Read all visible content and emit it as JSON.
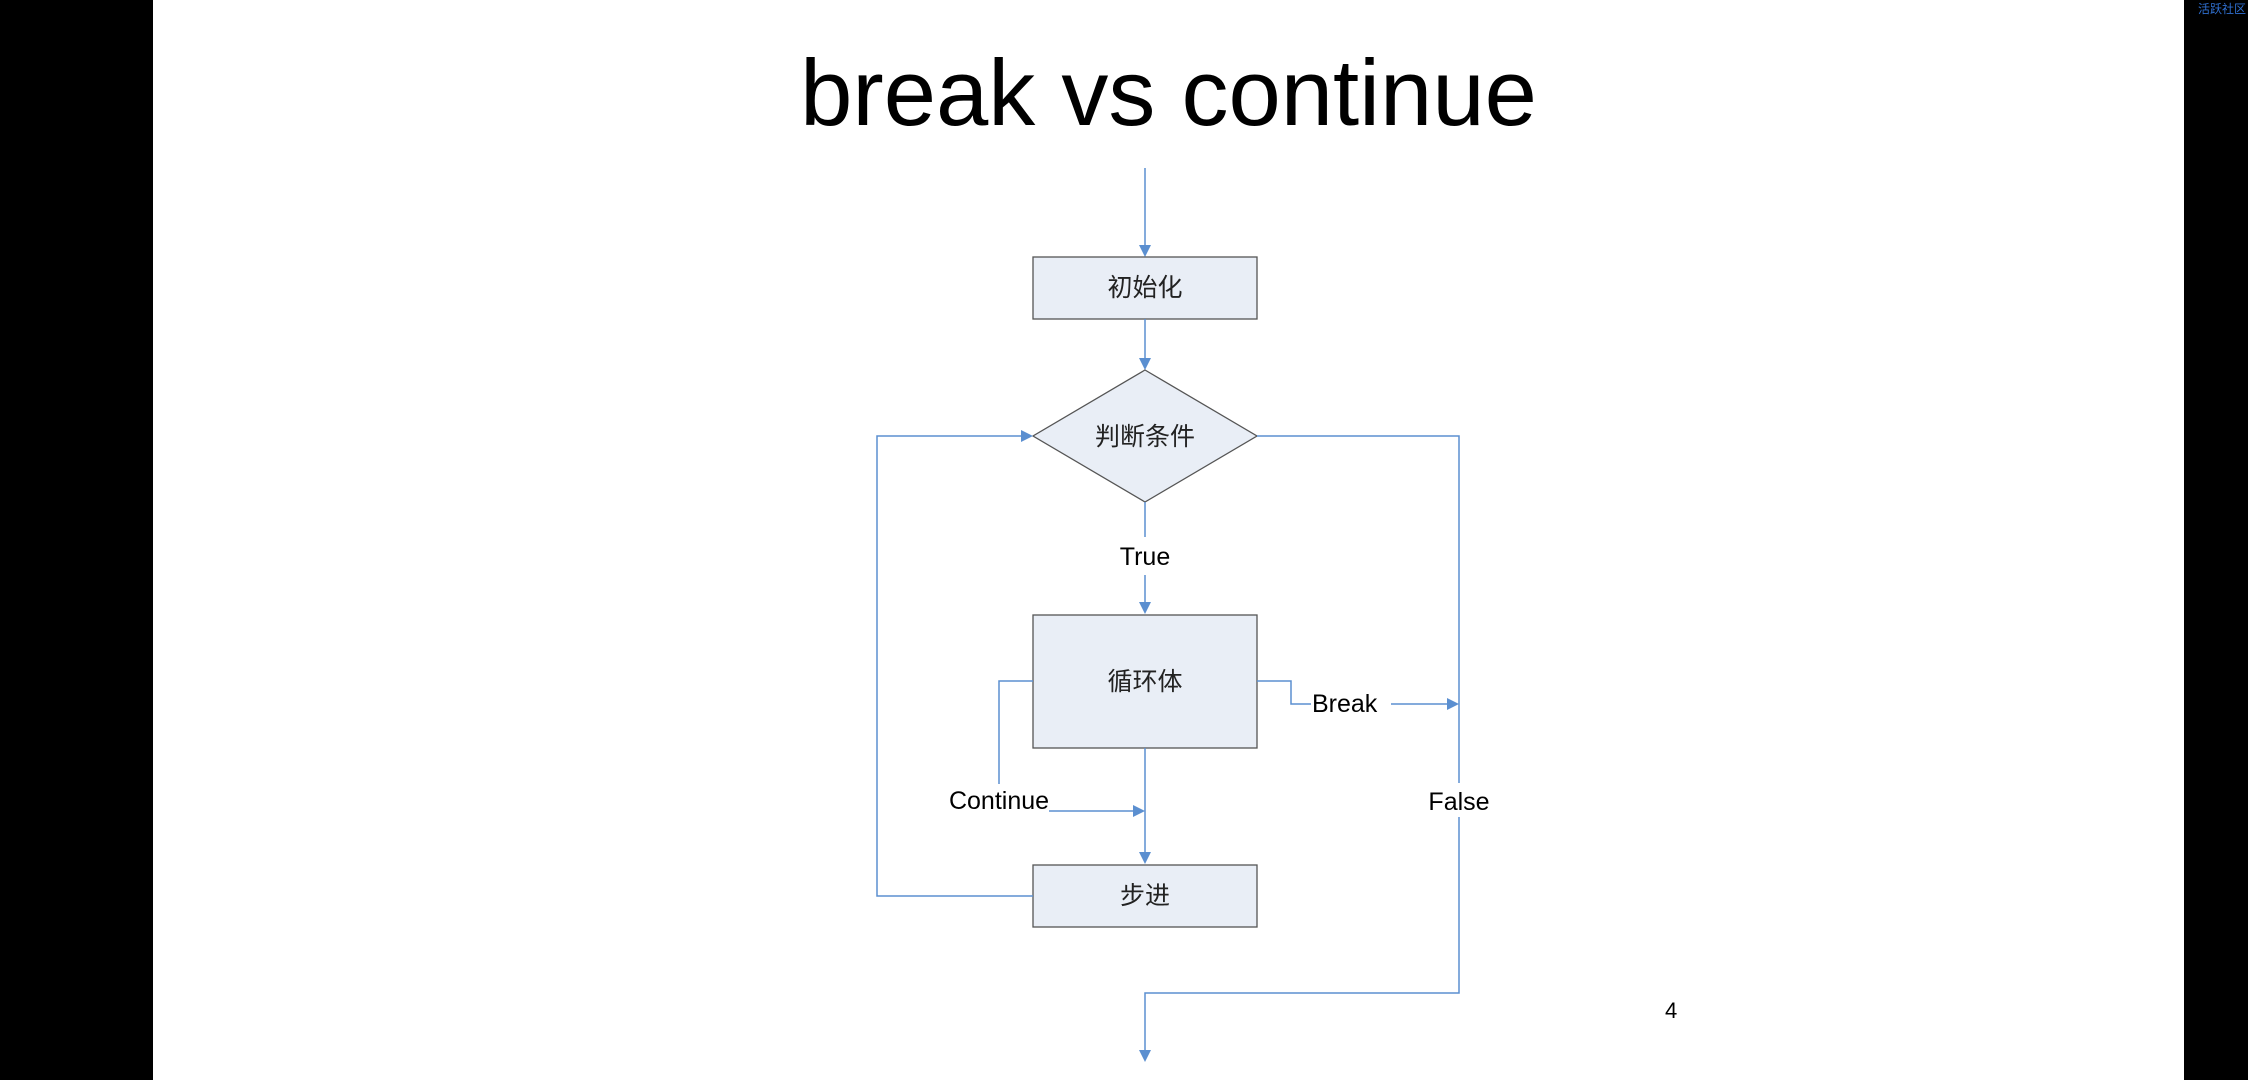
{
  "watermark": "活跃社区",
  "slide": {
    "title": "break vs continue",
    "page_number": "4"
  },
  "flowchart": {
    "nodes": {
      "init": "初始化",
      "condition": "判断条件",
      "body": "循环体",
      "step": "步进"
    },
    "edge_labels": {
      "true": "True",
      "false": "False",
      "break": "Break",
      "continue": "Continue"
    }
  },
  "colors": {
    "arrow": "#5b8fd0",
    "node_fill": "#e9eef6",
    "node_stroke": "#555555",
    "background": "#ffffff",
    "frame": "#000000"
  }
}
